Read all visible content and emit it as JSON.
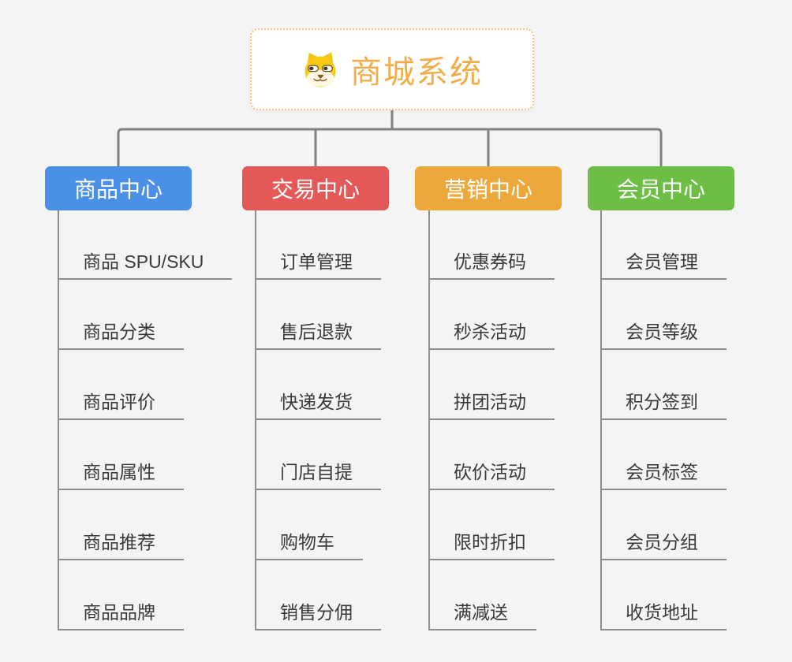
{
  "root": {
    "label": "商城系统",
    "icon": "dog-face-icon",
    "text_color": "#f1ad4a",
    "border_color": "#f3c37c"
  },
  "connector_color": "#828282",
  "line_color": "#8d8d8d",
  "branches": [
    {
      "label": "商品中心",
      "color": "#4a90e6",
      "items": [
        "商品 SPU/SKU",
        "商品分类",
        "商品评价",
        "商品属性",
        "商品推荐",
        "商品品牌"
      ]
    },
    {
      "label": "交易中心",
      "color": "#e45858",
      "items": [
        "订单管理",
        "售后退款",
        "快递发货",
        "门店自提",
        "购物车",
        "销售分佣"
      ]
    },
    {
      "label": "营销中心",
      "color": "#eca83b",
      "items": [
        "优惠券码",
        "秒杀活动",
        "拼团活动",
        "砍价活动",
        "限时折扣",
        "满减送"
      ]
    },
    {
      "label": "会员中心",
      "color": "#6cbe44",
      "items": [
        "会员管理",
        "会员等级",
        "积分签到",
        "会员标签",
        "会员分组",
        "收货地址"
      ]
    }
  ]
}
